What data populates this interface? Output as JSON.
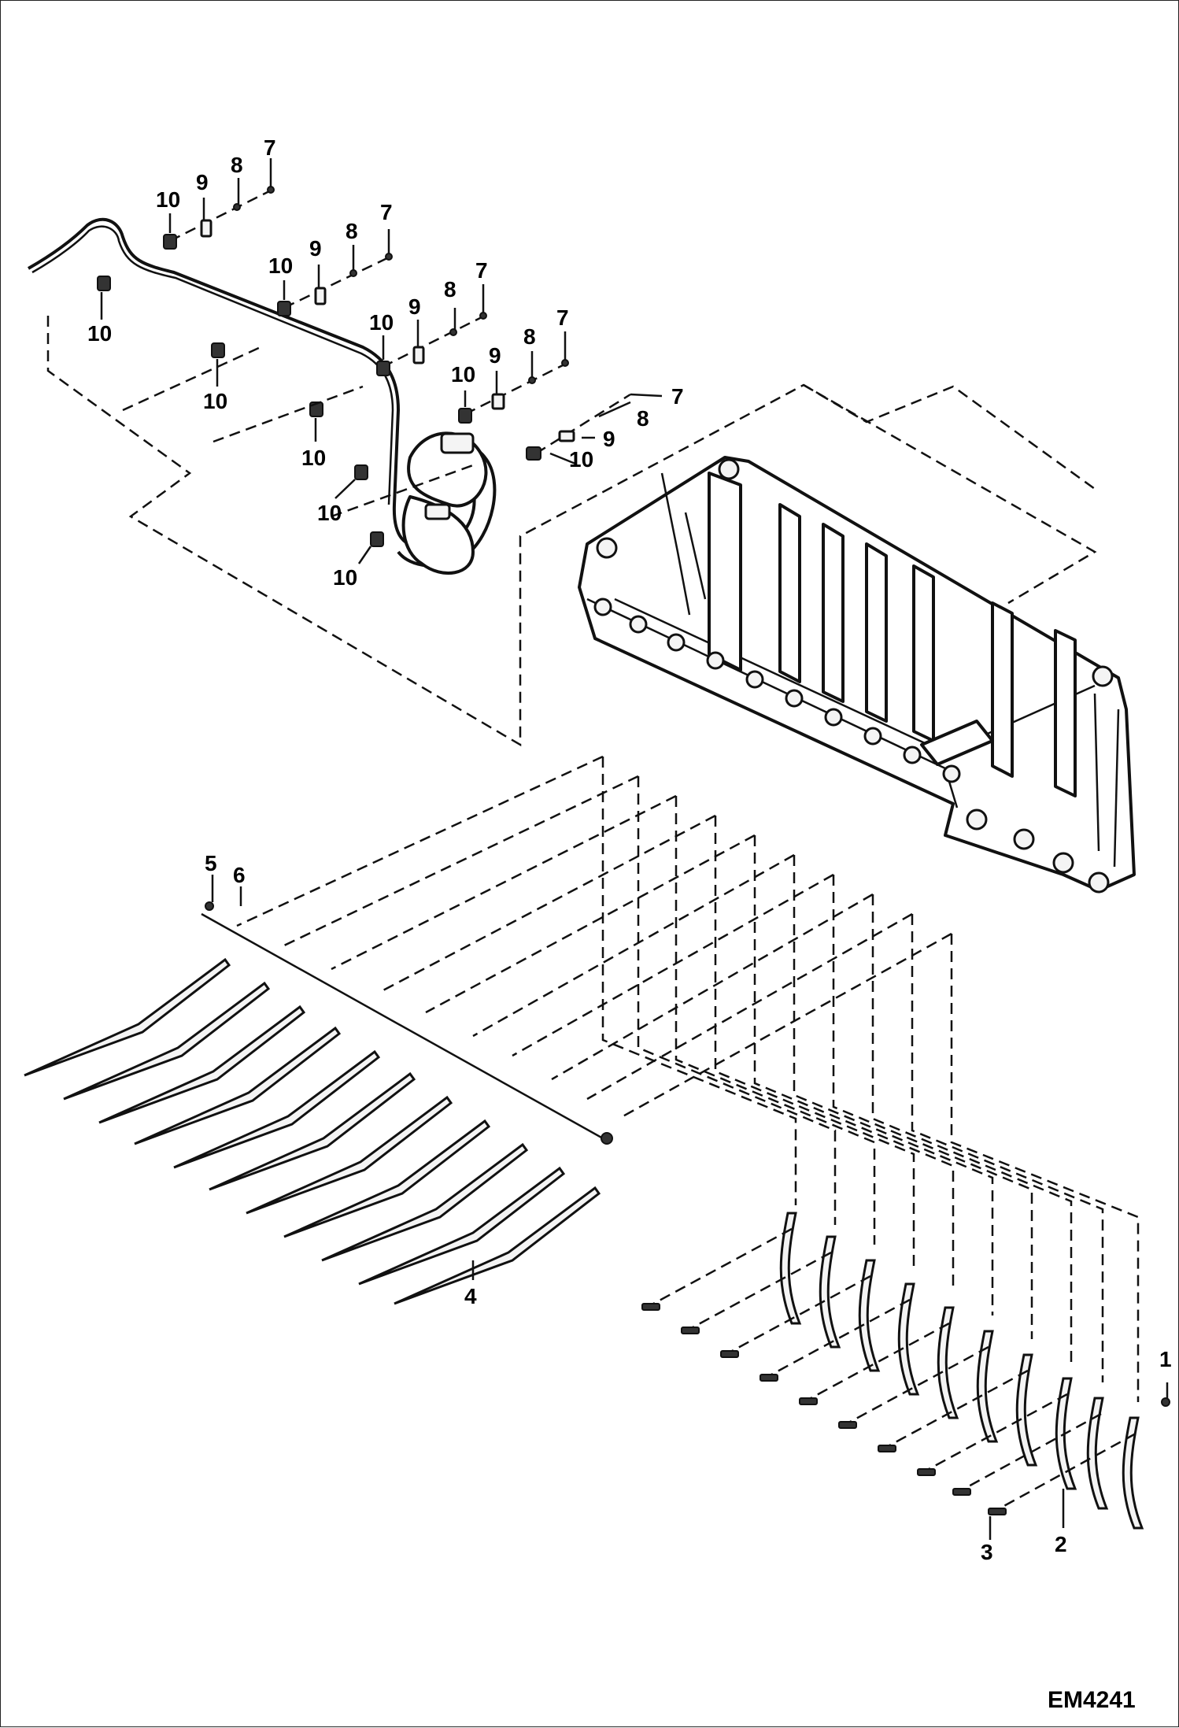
{
  "figure_code": "EM4241",
  "callouts": [
    "1",
    "2",
    "3",
    "4",
    "5",
    "6",
    "7",
    "8",
    "9",
    "10"
  ]
}
